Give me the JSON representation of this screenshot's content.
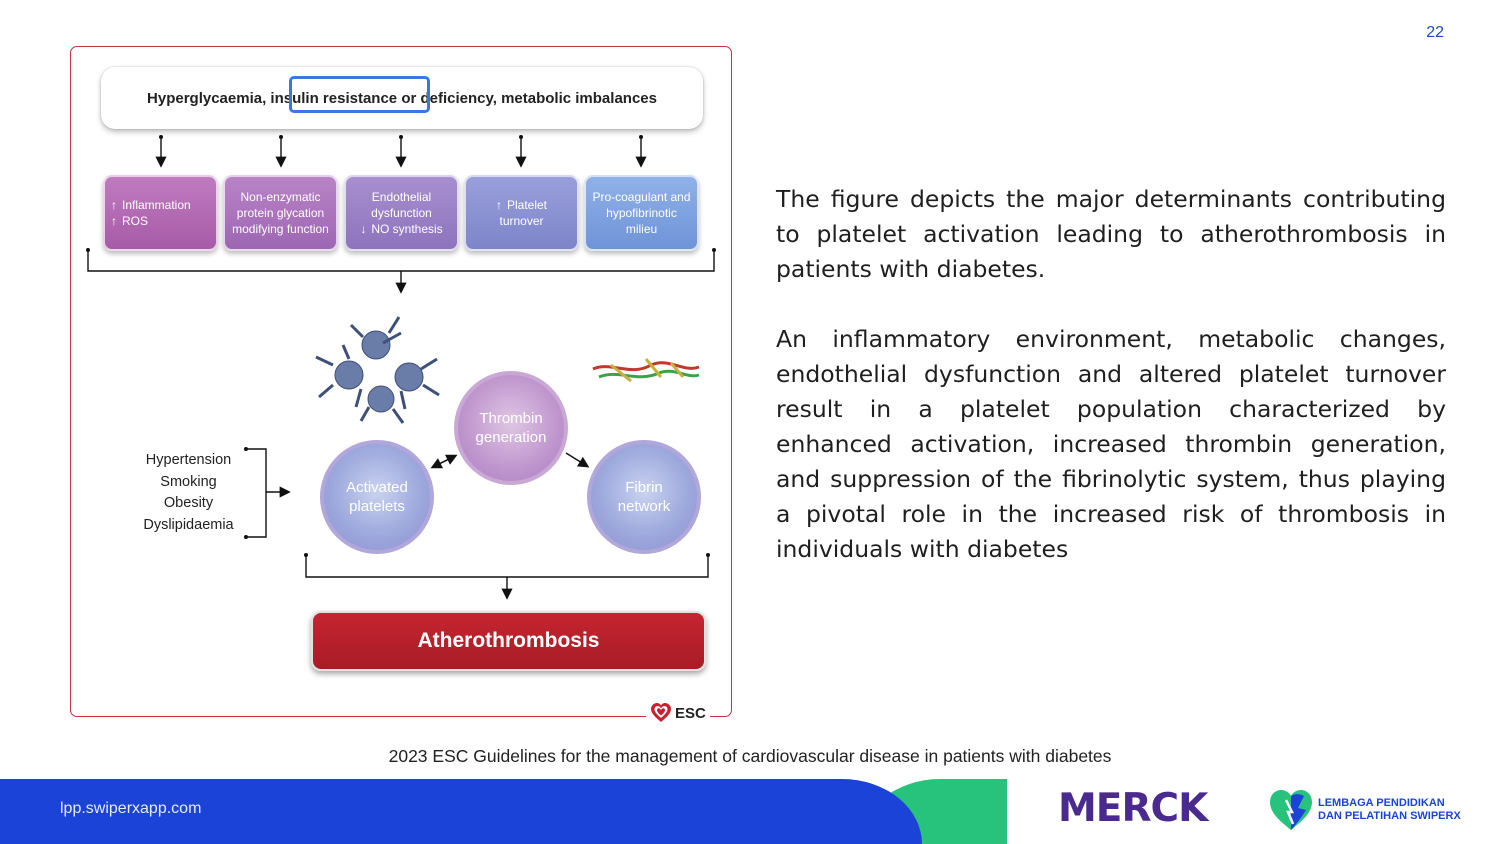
{
  "page_number": "22",
  "figure": {
    "top_box": {
      "part1": "Hyperglycaemia",
      "part2": ", insulin resistance",
      "part3": " or deficiency, metabolic imbalances"
    },
    "mechanisms": [
      {
        "lines": [
          "Inflammation",
          "ROS"
        ],
        "arrows": [
          "up",
          "up"
        ]
      },
      {
        "lines": [
          "Non-enzymatic",
          "protein glycation",
          "modifying function"
        ]
      },
      {
        "lines": [
          "Endothelial",
          "dysfunction",
          "NO synthesis"
        ]
      },
      {
        "lines": [
          "Platelet",
          "turnover"
        ]
      },
      {
        "lines": [
          "Pro-coagulant and",
          "hypofibrinotic",
          "milieu"
        ]
      }
    ],
    "circles": {
      "activated": [
        "Activated",
        "platelets"
      ],
      "thrombin": [
        "Thrombin",
        "generation"
      ],
      "fibrin": [
        "Fibrin",
        "network"
      ]
    },
    "risk_factors": [
      "Hypertension",
      "Smoking",
      "Obesity",
      "Dyslipidaemia"
    ],
    "outcome": "Atherothrombosis",
    "logo_text": "ESC"
  },
  "body": {
    "paragraph1": "The figure depicts the major determinants contributing to platelet activation leading to atherothrombosis in patients with diabetes.",
    "paragraph2": "An inflammatory environment, metabolic changes, endothelial dysfunction and altered platelet turnover result in a platelet population characterized by enhanced activation, increased thrombin generation, and suppression of the fibrinolytic system, thus playing a pivotal role in the increased risk of thrombosis in individuals with diabetes"
  },
  "caption": "2023 ESC Guidelines for the management of cardiovascular disease in patients with diabetes",
  "footer": {
    "url": "lpp.swiperxapp.com",
    "merck_logo": "MERCK",
    "lpp_line1": "LEMBAGA PENDIDIKAN",
    "lpp_line2": "DAN PELATIHAN SWIPERX"
  },
  "colors": {
    "accent_blue": "#1c43d8",
    "accent_green": "#27c37c",
    "esc_red": "#c8313f",
    "merck_purple": "#4b2a8f"
  }
}
